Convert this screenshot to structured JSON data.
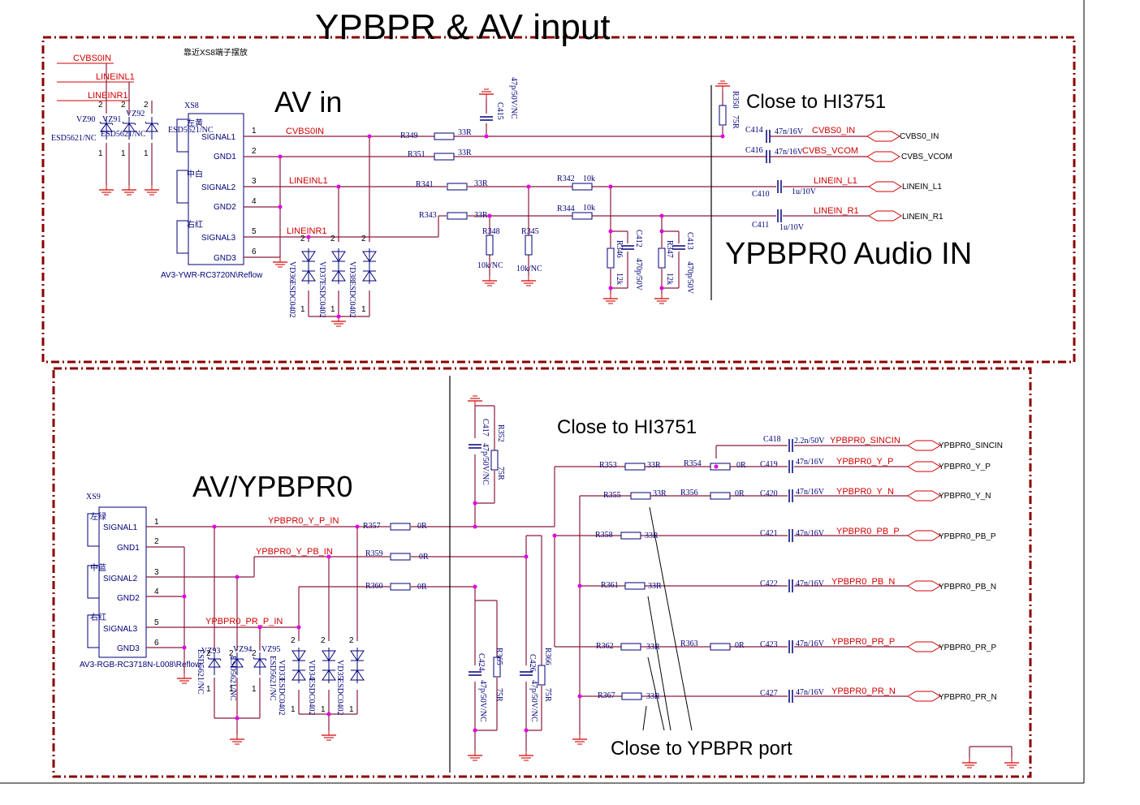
{
  "title": "YPBPR & AV input",
  "note_cn": "靠近XS8端子摆放",
  "sections": {
    "av_in": "AV in",
    "close_hi3751_top": "Close to HI3751",
    "audio_in": "YPBPR0 Audio IN",
    "av_ypbpr0": "AV/YPBPR0",
    "close_hi3751_bottom": "Close to HI3751",
    "close_ypbpr_port": "Close to YPBPR port"
  },
  "xs8": {
    "ref": "XS8",
    "part": "AV3-YWR-RC3720N\\Reflow",
    "pins": [
      {
        "name": "SIGNAL1",
        "num": "1",
        "cn": "左黄"
      },
      {
        "name": "GND1",
        "num": "2",
        "cn": ""
      },
      {
        "name": "SIGNAL2",
        "num": "3",
        "cn": "中白"
      },
      {
        "name": "GND2",
        "num": "4",
        "cn": ""
      },
      {
        "name": "SIGNAL3",
        "num": "5",
        "cn": "右红"
      },
      {
        "name": "GND3",
        "num": "6",
        "cn": ""
      }
    ],
    "nets": [
      "CVBS0IN",
      "LINEINL1",
      "LINEINR1"
    ]
  },
  "top_esd": {
    "vz90": "VZ90",
    "vz91": "VZ91",
    "vz92": "VZ92",
    "part_left": "ESD5621/NC",
    "part_mid": "ESD5621/NC",
    "part_right": "ESD5621/NC"
  },
  "top_vd": [
    {
      "ref": "VD36",
      "part": "ESDC0402"
    },
    {
      "ref": "VD37",
      "part": "ESDC0402"
    },
    {
      "ref": "VD38",
      "part": "ESDC0402"
    }
  ],
  "top_parts": {
    "r349": "R349",
    "r349v": "33R",
    "r351": "R351",
    "r351v": "33R",
    "r341": "R341",
    "r341v": "33R",
    "r343": "R343",
    "r343v": "33R",
    "r342": "R342",
    "r342v": "10k",
    "r344": "R344",
    "r344v": "10k",
    "r348": "R348",
    "r348v": "10k/NC",
    "r345": "R345",
    "r345v": "10k/NC",
    "r346": "R346",
    "r346v": "12k",
    "r347": "R347",
    "r347v": "12k",
    "c412": "C412",
    "c412v": "470p/50V",
    "c413": "C413",
    "c413v": "470p/50V",
    "c415": "C415",
    "c415v": "47p/50V/NC",
    "r350": "R350",
    "r350v": "75R",
    "c414": "C414",
    "c414v": "47n/16V",
    "c416": "C416",
    "c416v": "47n/16V",
    "c410": "C410",
    "c410v": "1u/10V",
    "c411": "C411",
    "c411v": "1u/10V"
  },
  "top_outputs": [
    {
      "net": "CVBS0_IN",
      "port": "CVBS0_IN"
    },
    {
      "net": "CVBS_VCOM",
      "port": "CVBS_VCOM"
    },
    {
      "net": "LINEIN_L1",
      "port": "LINEIN_L1"
    },
    {
      "net": "LINEIN_R1",
      "port": "LINEIN_R1"
    }
  ],
  "xs9": {
    "ref": "XS9",
    "part": "AV3-RGB-RC3718N-L008\\Reflow",
    "pins": [
      {
        "name": "SIGNAL1",
        "num": "1",
        "cn": "左绿"
      },
      {
        "name": "GND1",
        "num": "2",
        "cn": ""
      },
      {
        "name": "SIGNAL2",
        "num": "3",
        "cn": "中蓝"
      },
      {
        "name": "GND2",
        "num": "4",
        "cn": ""
      },
      {
        "name": "SIGNAL3",
        "num": "5",
        "cn": "右红"
      },
      {
        "name": "GND3",
        "num": "6",
        "cn": ""
      }
    ],
    "nets": [
      "YPBPR0_Y_P_IN",
      "YPBPR0_Y_PB_IN",
      "YPBPR0_PR_P_IN"
    ]
  },
  "bot_esd": {
    "vz93": "VZ93",
    "vz94": "VZ94",
    "vz95": "VZ95",
    "p1": "ESD5621/NC",
    "p2": "ESD5621/NC",
    "p3": "ESD5621/NC"
  },
  "bot_vd": [
    {
      "ref": "VD33",
      "part": "ESDC0402"
    },
    {
      "ref": "VD34",
      "part": "ESDC0402"
    },
    {
      "ref": "VD35",
      "part": "ESDC0402"
    }
  ],
  "bot_parts": {
    "r357": "R357",
    "r357v": "0R",
    "r359": "R359",
    "r359v": "0R",
    "r360": "R360",
    "r360v": "0R",
    "r352": "R352",
    "r352v": "75R",
    "c417": "C417",
    "c417v": "47p/50V/NC",
    "r365": "R365",
    "r365v": "75R",
    "c424": "C424",
    "c424v": "47p/50V/NC",
    "r366": "R366",
    "r366v": "75R",
    "c426": "C426",
    "c426v": "47p/50V/NC"
  },
  "bot_rows": [
    {
      "r1": "",
      "r1v": "",
      "r2": "",
      "r2v": "",
      "c": "C418",
      "cv": "2.2n/50V",
      "net": "YPBPR0_SINCIN",
      "port": "YPBPR0_SINCIN"
    },
    {
      "r1": "R353",
      "r1v": "33R",
      "r2": "R354",
      "r2v": "0R",
      "c": "C419",
      "cv": "47n/16V",
      "net": "YPBPR0_Y_P",
      "port": "YPBPR0_Y_P"
    },
    {
      "r1": "R355",
      "r1v": "33R",
      "r2": "R356",
      "r2v": "0R",
      "c": "C420",
      "cv": "47n/16V",
      "net": "YPBPR0_Y_N",
      "port": "YPBPR0_Y_N"
    },
    {
      "r1": "R358",
      "r1v": "33R",
      "r2": "",
      "r2v": "",
      "c": "C421",
      "cv": "47n/16V",
      "net": "YPBPR0_PB_P",
      "port": "YPBPR0_PB_P"
    },
    {
      "r1": "R361",
      "r1v": "33R",
      "r2": "",
      "r2v": "",
      "c": "C422",
      "cv": "47n/16V",
      "net": "YPBPR0_PB_N",
      "port": "YPBPR0_PB_N"
    },
    {
      "r1": "R362",
      "r1v": "33R",
      "r2": "R363",
      "r2v": "0R",
      "c": "C423",
      "cv": "47n/16V",
      "net": "YPBPR0_PR_P",
      "port": "YPBPR0_PR_P"
    },
    {
      "r1": "R367",
      "r1v": "33R",
      "r2": "",
      "r2v": "",
      "c": "C427",
      "cv": "47n/16V",
      "net": "YPBPR0_PR_N",
      "port": "YPBPR0_PR_N"
    }
  ]
}
